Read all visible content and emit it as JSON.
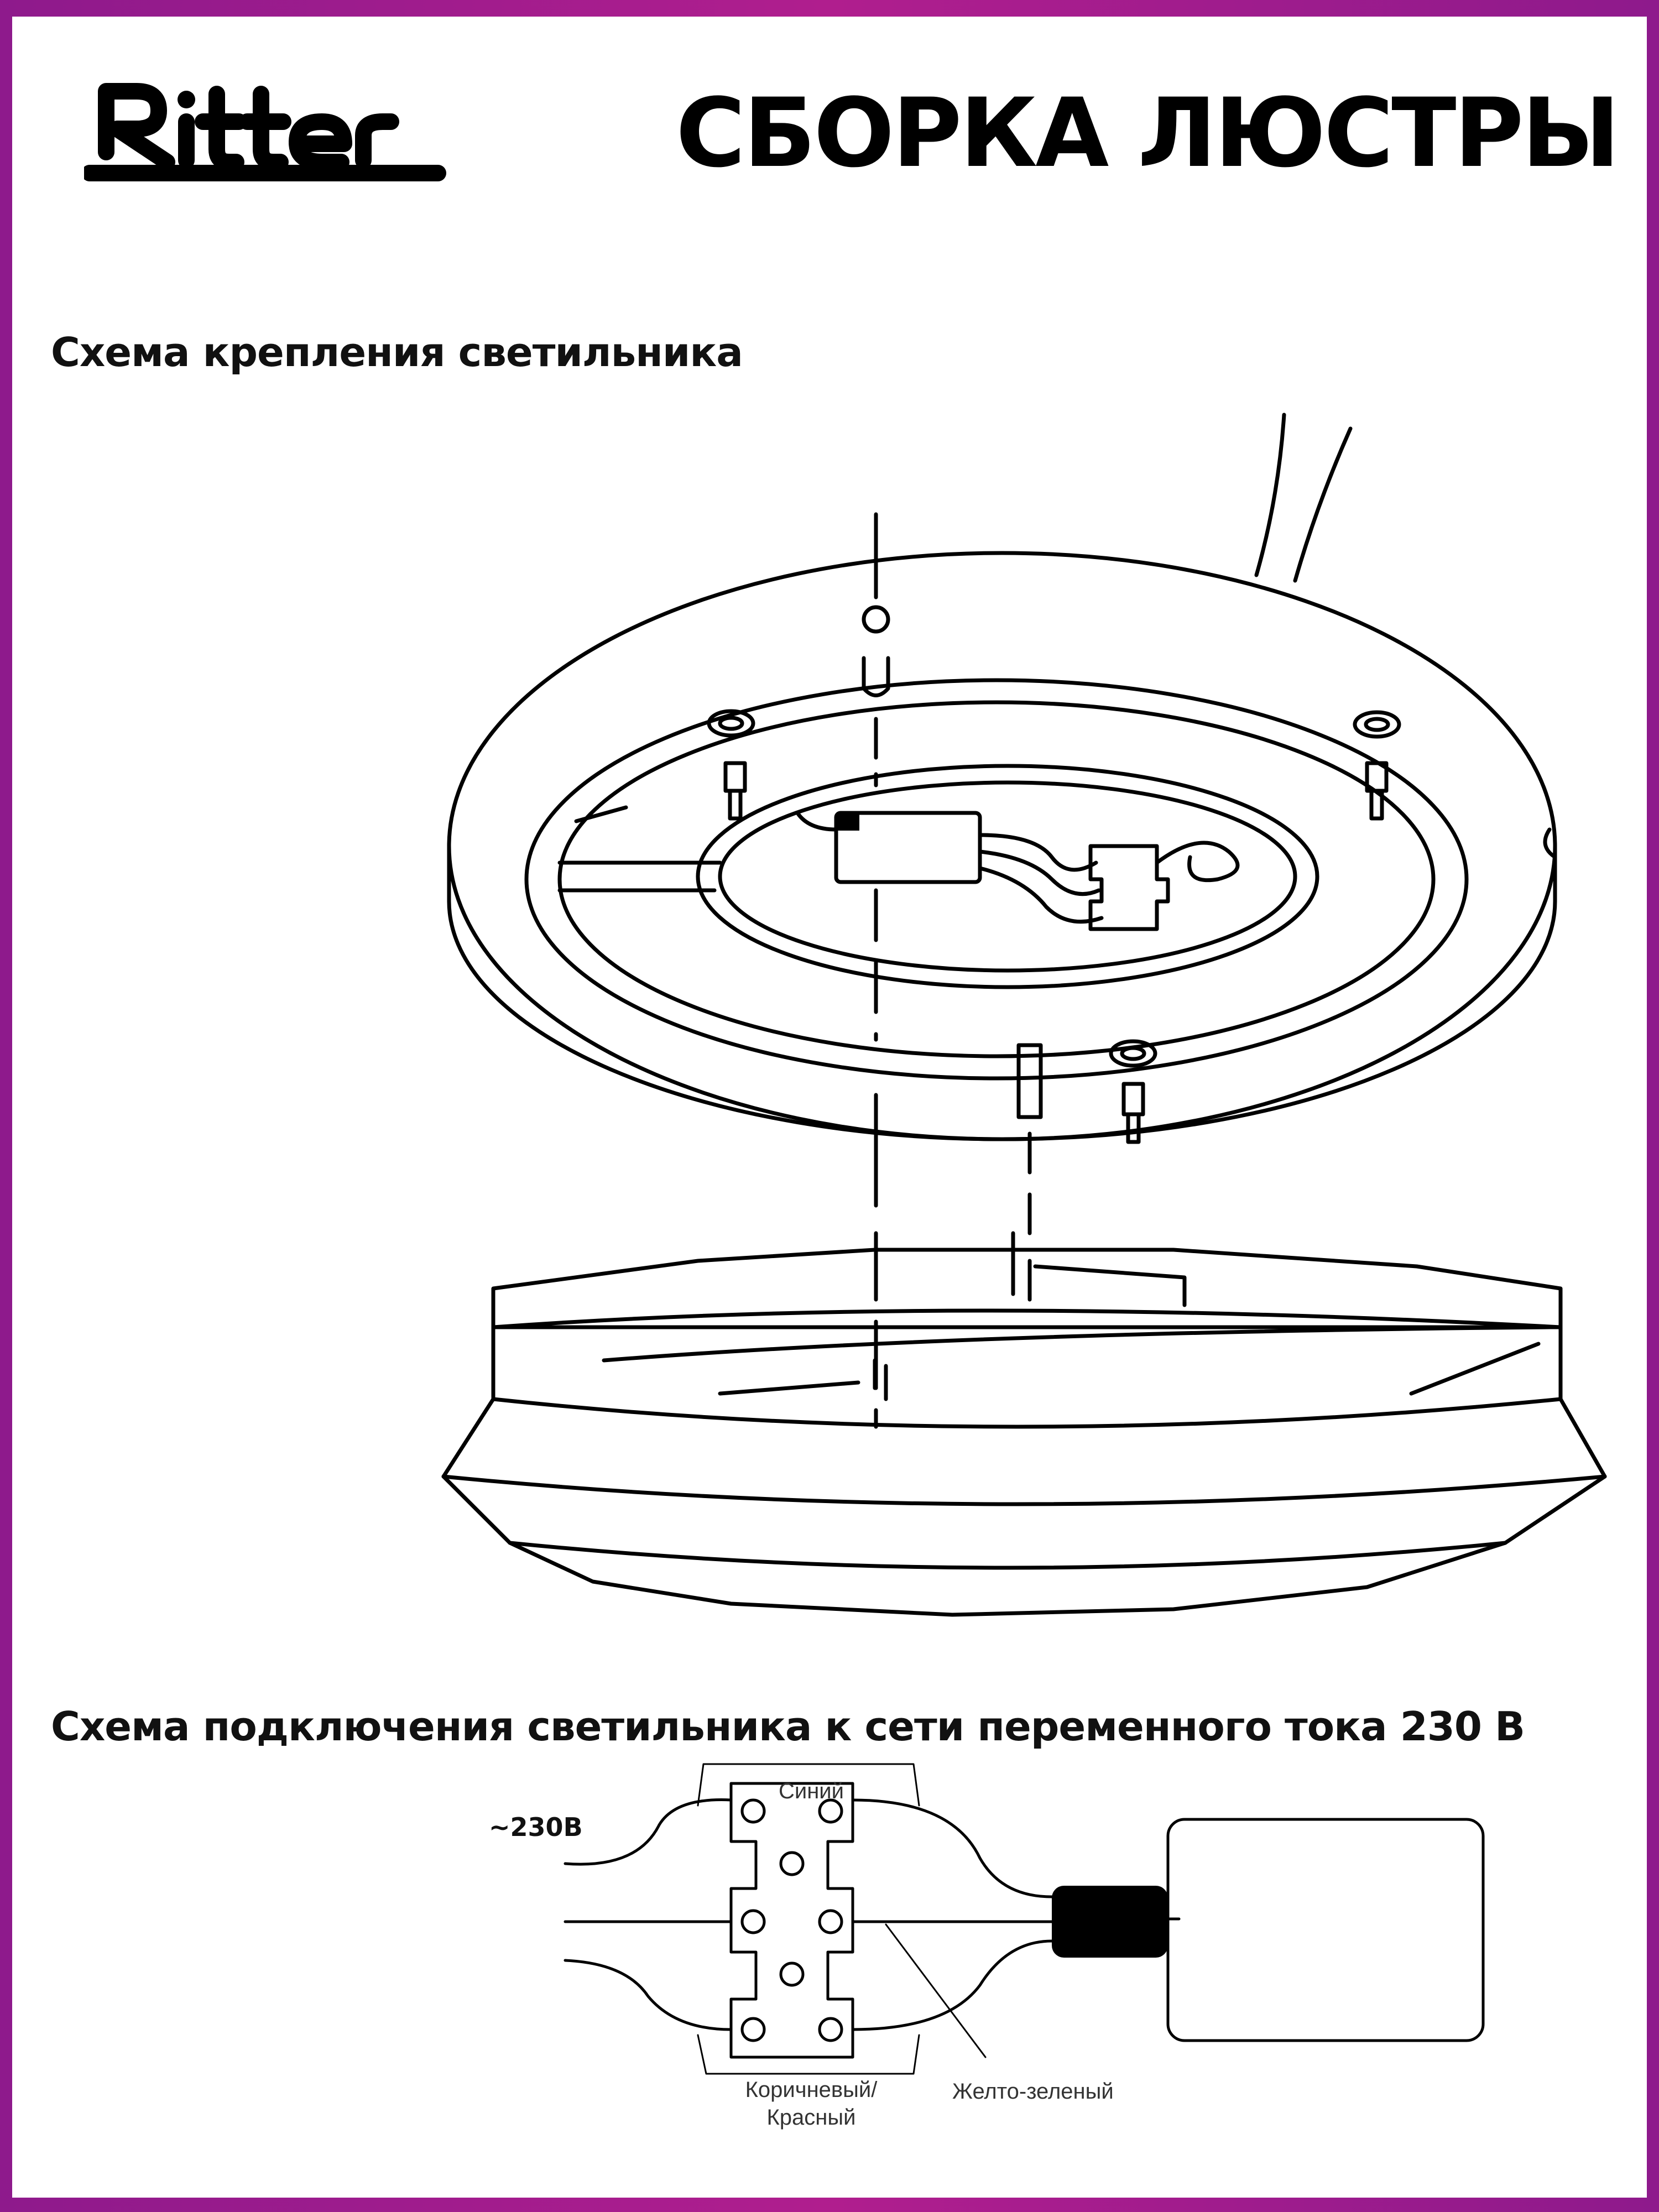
{
  "header": {
    "brand": "Ritter",
    "title": "СБОРКА ЛЮСТРЫ"
  },
  "sections": {
    "mounting_title": "Схема крепления светильника",
    "wiring_title": "Схема подключения светильника к сети переменного тока 230 В"
  },
  "wiring": {
    "voltage": "~230В",
    "wire_blue": "Синий",
    "wire_brown_line1": "Коричневый/",
    "wire_brown_line2": "Красный",
    "wire_ground": "Желто-зеленый"
  },
  "colors": {
    "frame": "#9a1c8c",
    "ink": "#000000"
  }
}
